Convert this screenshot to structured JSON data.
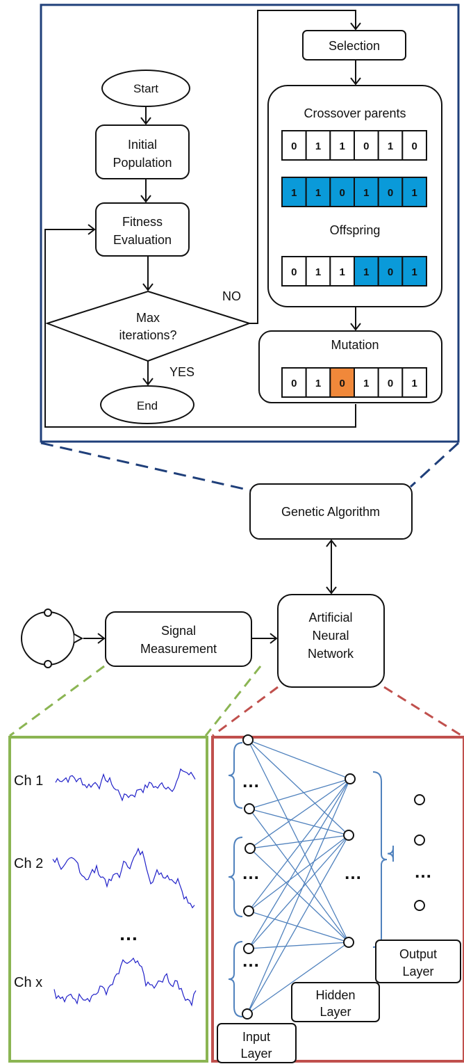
{
  "ga_flowchart": {
    "start": "Start",
    "initial_population": [
      "Initial",
      "Population"
    ],
    "fitness_evaluation": [
      "Fitness",
      "Evaluation"
    ],
    "max_iterations": [
      "Max",
      "iterations?"
    ],
    "no": "NO",
    "yes": "YES",
    "end": "End",
    "selection": "Selection",
    "crossover_title": "Crossover parents",
    "offspring_title": "Offspring",
    "mutation_title": "Mutation",
    "parent1_bits": [
      "0",
      "1",
      "1",
      "0",
      "1",
      "0"
    ],
    "parent2_bits": [
      "1",
      "1",
      "0",
      "1",
      "0",
      "1"
    ],
    "offspring_bits": [
      "0",
      "1",
      "1",
      "1",
      "0",
      "1"
    ],
    "offspring_highlight_from": 3,
    "mutation_bits": [
      "0",
      "1",
      "0",
      "1",
      "0",
      "1"
    ],
    "mutation_highlight_index": 2
  },
  "system": {
    "genetic_algorithm": "Genetic Algorithm",
    "signal_measurement": [
      "Signal",
      "Measurement"
    ],
    "ann": [
      "Artificial",
      "Neural",
      "Network"
    ]
  },
  "signals": {
    "channels": [
      "Ch 1",
      "Ch 2",
      "Ch x"
    ],
    "ellipsis": "…"
  },
  "network": {
    "input_layer": [
      "Input",
      "Layer"
    ],
    "hidden_layer": [
      "Hidden",
      "Layer"
    ],
    "output_layer": [
      "Output",
      "Layer"
    ],
    "ellipsis": "…"
  },
  "colors": {
    "ga_frame": "#1f3f7a",
    "signal_frame": "#8bb553",
    "network_frame": "#c0504d",
    "parent2_fill": "#0a9ad9",
    "mutation_fill": "#f0883a",
    "waveform": "#2020c8",
    "connection": "#4f81bd"
  }
}
